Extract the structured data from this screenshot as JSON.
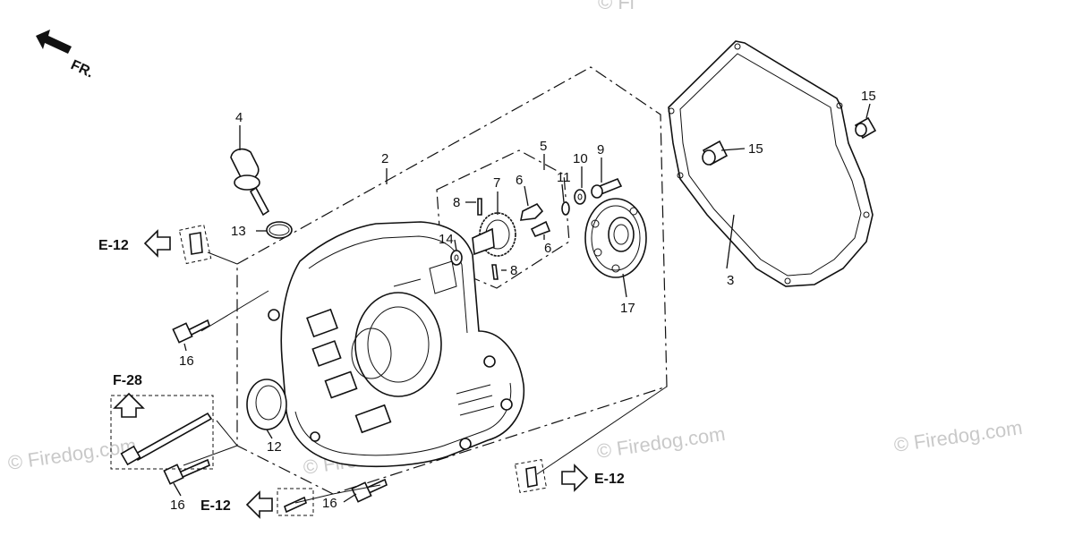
{
  "watermark": {
    "text": "© Firedog.com",
    "top_partial": "© Fi"
  },
  "front_indicator": "FR.",
  "references": {
    "e12_left": "E-12",
    "e12_bottom": "E-12",
    "e12_right": "E-12",
    "f28": "F-28"
  },
  "callouts": {
    "p2": "2",
    "p3": "3",
    "p4": "4",
    "p5": "5",
    "p6a": "6",
    "p6b": "6",
    "p7": "7",
    "p8a": "8",
    "p8b": "8",
    "p9": "9",
    "p10": "10",
    "p11": "11",
    "p12": "12",
    "p13": "13",
    "p14": "14",
    "p15a": "15",
    "p15b": "15",
    "p16a": "16",
    "p16b": "16",
    "p16c": "16",
    "p17": "17"
  }
}
